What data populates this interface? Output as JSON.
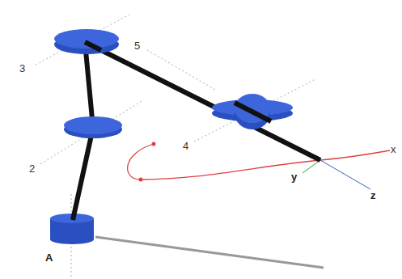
{
  "diagram": {
    "labels": [
      "3",
      "5",
      "2",
      "4",
      "y",
      "x",
      "z",
      "A"
    ]
  }
}
